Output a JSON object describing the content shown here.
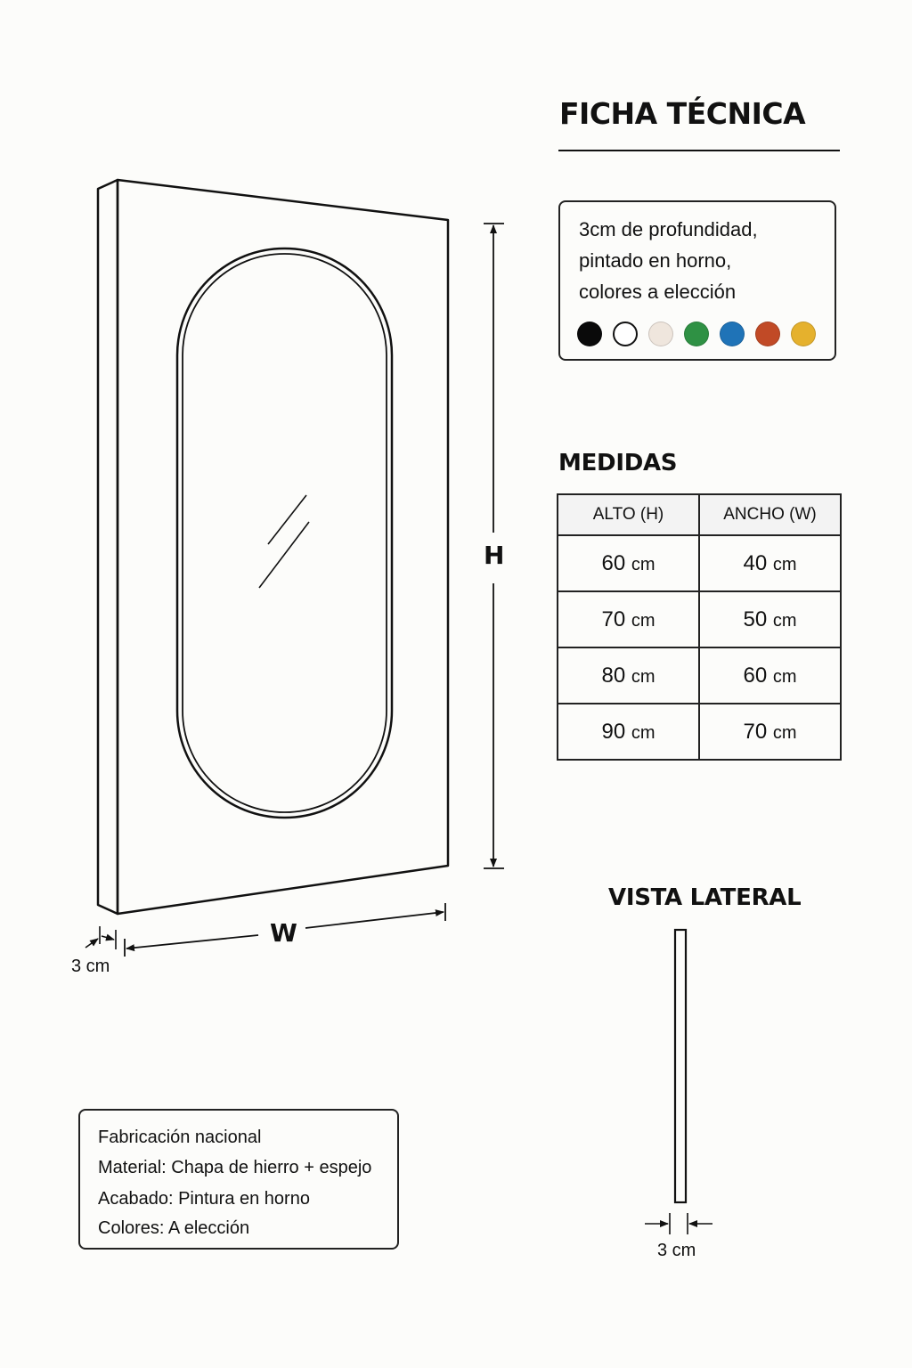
{
  "title": "FICHA TÉCNICA",
  "spec": {
    "lines": [
      "3cm de profundidad,",
      "pintado en horno,",
      "colores a elección"
    ],
    "swatch_colors": [
      "#0a0a0a",
      "#ffffff",
      "#efe6dd",
      "#2f9144",
      "#1f73b7",
      "#c14a26",
      "#e5b12d"
    ]
  },
  "medidas": {
    "title": "MEDIDAS",
    "headers": [
      "ALTO (H)",
      "ANCHO (W)"
    ],
    "rows": [
      {
        "alto": "60",
        "ancho": "40"
      },
      {
        "alto": "70",
        "ancho": "50"
      },
      {
        "alto": "80",
        "ancho": "60"
      },
      {
        "alto": "90",
        "ancho": "70"
      }
    ],
    "unit": "cm"
  },
  "drawing": {
    "height_label": "H",
    "width_label": "W",
    "depth_label": "3 cm"
  },
  "side_view": {
    "title": "VISTA LATERAL",
    "depth_label": "3 cm"
  },
  "info": {
    "lines": [
      "Fabricación nacional",
      "Material: Chapa de hierro + espejo",
      "Acabado: Pintura en horno",
      "Colores: A elección"
    ]
  }
}
